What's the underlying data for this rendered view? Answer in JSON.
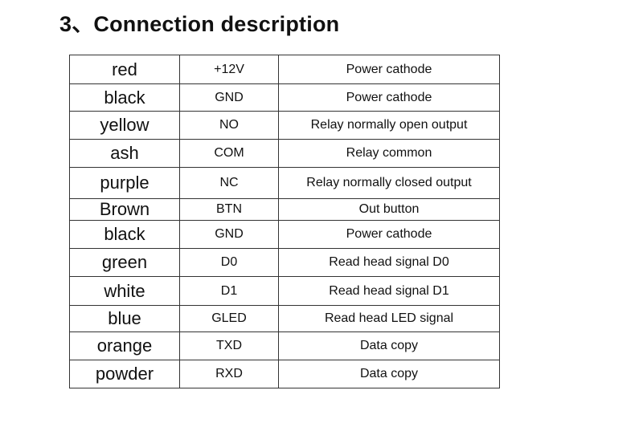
{
  "title": "3、Connection description",
  "rows": [
    {
      "color": "red",
      "signal": "+12V",
      "description": "Power cathode"
    },
    {
      "color": "black",
      "signal": "GND",
      "description": "Power cathode"
    },
    {
      "color": "yellow",
      "signal": "NO",
      "description": "Relay normally open output"
    },
    {
      "color": "ash",
      "signal": "COM",
      "description": "Relay common"
    },
    {
      "color": "purple",
      "signal": "NC",
      "description": "Relay normally closed output"
    },
    {
      "color": "Brown",
      "signal": "BTN",
      "description": "Out button"
    },
    {
      "color": "black",
      "signal": "GND",
      "description": "Power cathode"
    },
    {
      "color": "green",
      "signal": "D0",
      "description": "Read head signal D0"
    },
    {
      "color": "white",
      "signal": "D1",
      "description": "Read head signal D1"
    },
    {
      "color": "blue",
      "signal": "GLED",
      "description": "Read head LED signal"
    },
    {
      "color": "orange",
      "signal": "TXD",
      "description": "Data copy"
    },
    {
      "color": "powder",
      "signal": "RXD",
      "description": "Data copy"
    }
  ]
}
